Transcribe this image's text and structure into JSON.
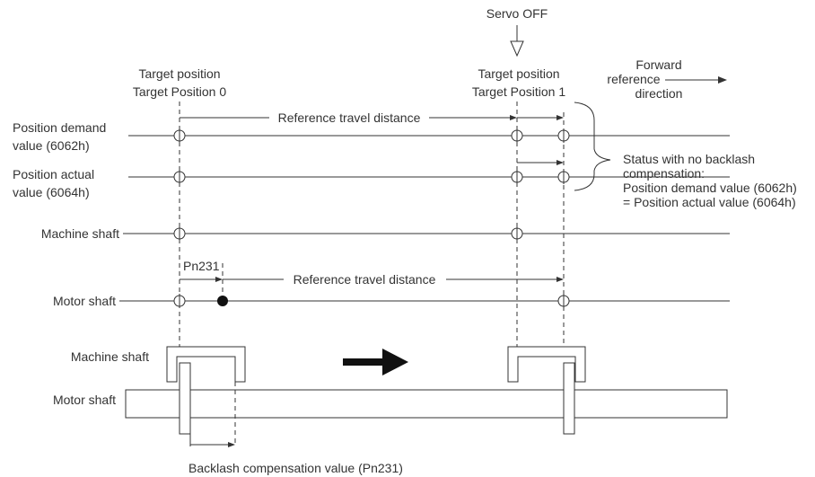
{
  "labels": {
    "servo_off": "Servo OFF",
    "target0_line1": "Target position",
    "target0_line2": "Target Position 0",
    "target1_line1": "Target position",
    "target1_line2": "Target Position 1",
    "forward_line1": "Forward",
    "forward_line2": "reference",
    "forward_line3": "direction",
    "demand_line1": "Position demand",
    "demand_line2": "value (6062h)",
    "actual_line1": "Position actual",
    "actual_line2": "value (6064h)",
    "machine_shaft": "Machine shaft",
    "motor_shaft": "Motor shaft",
    "pn231": "Pn231",
    "ref_travel_top": "Reference travel distance",
    "ref_travel_motor": "Reference travel distance",
    "status_line1": "Status with no backlash",
    "status_line2": "compensation:",
    "status_line3": "Position demand value (6062h)",
    "status_line4": "= Position actual value (6064h)",
    "machine_shaft_lower": "Machine shaft",
    "motor_shaft_lower": "Motor shaft",
    "backlash_label": "Backlash compensation value (Pn231)"
  }
}
